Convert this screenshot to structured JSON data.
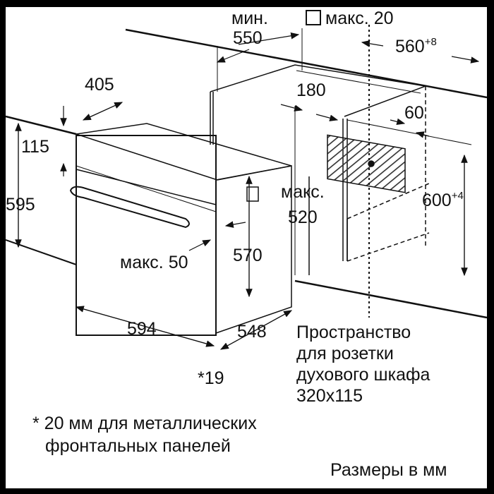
{
  "labels": {
    "min": "мин.",
    "min_550": "550",
    "max20": "макс. 20",
    "d560": "560",
    "d560_tol": "+8",
    "d405": "405",
    "d180": "180",
    "d60": "60",
    "d115": "115",
    "d595": "595",
    "max520_a": "макс.",
    "max520_b": "520",
    "d600": "600",
    "d600_tol": "+4",
    "max50": "макс. 50",
    "d570": "570",
    "d594": "594",
    "d548": "548",
    "d19": "*19"
  },
  "socket_note": [
    "Пространство",
    "для розетки",
    "духового шкафа",
    "320x115"
  ],
  "footnote": [
    "* 20 мм для металлических",
    "фронтальных панелей"
  ],
  "units_note": "Размеры в мм"
}
